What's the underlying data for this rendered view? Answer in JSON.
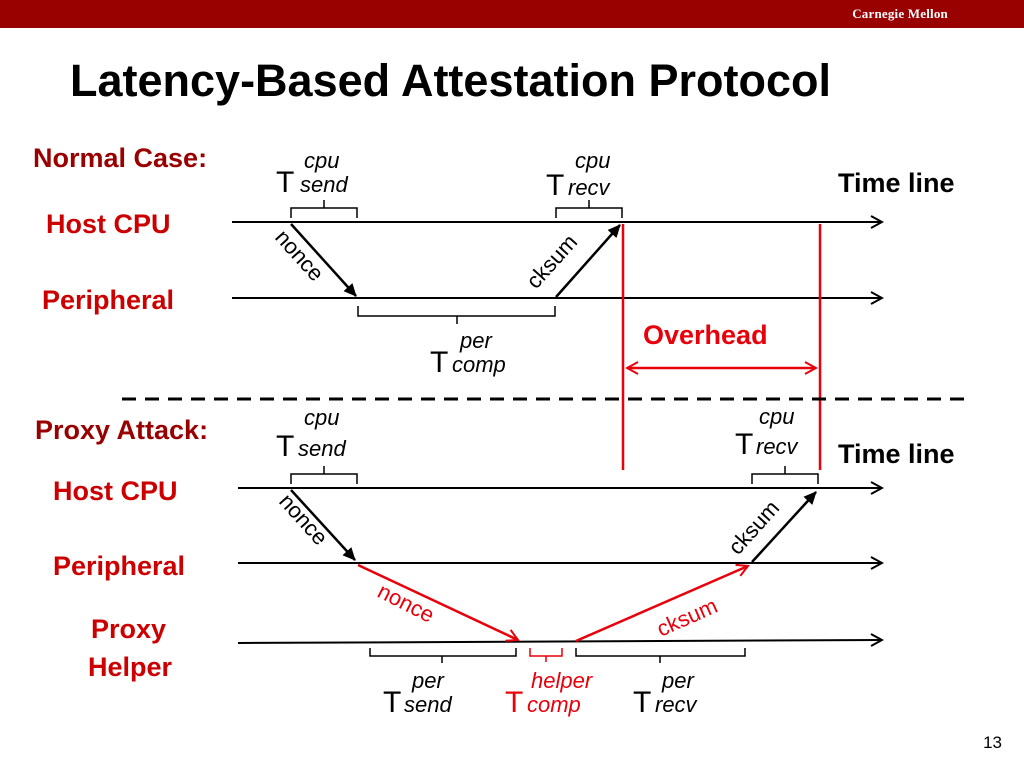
{
  "header": {
    "brand": "Carnegie Mellon"
  },
  "slide": {
    "title": "Latency-Based Attestation Protocol",
    "page_number": "13"
  },
  "normal_case": {
    "heading": "Normal Case:",
    "timeline_label": "Time line",
    "host_label": "Host CPU",
    "peripheral_label": "Peripheral",
    "t_send": {
      "main": "T",
      "sup": "cpu",
      "sub": "send"
    },
    "t_recv": {
      "main": "T",
      "sup": "cpu",
      "sub": "recv"
    },
    "t_comp": {
      "main": "T",
      "sup": "per",
      "sub": "comp"
    },
    "nonce": "nonce",
    "cksum": "cksum",
    "overhead": "Overhead"
  },
  "proxy_attack": {
    "heading": "Proxy Attack:",
    "timeline_label": "Time line",
    "host_label": "Host CPU",
    "peripheral_label": "Peripheral",
    "proxy_label_line1": "Proxy",
    "proxy_label_line2": "Helper",
    "t_send": {
      "main": "T",
      "sup": "cpu",
      "sub": "send"
    },
    "t_recv": {
      "main": "T",
      "sup": "cpu",
      "sub": "recv"
    },
    "t_per_send": {
      "main": "T",
      "sup": "per",
      "sub": "send"
    },
    "t_helper_comp": {
      "main": "T",
      "sup": "helper",
      "sub": "comp"
    },
    "t_per_recv": {
      "main": "T",
      "sup": "per",
      "sub": "recv"
    },
    "nonce": "nonce",
    "cksum": "cksum",
    "nonce_proxy": "nonce",
    "cksum_proxy": "cksum"
  },
  "colors": {
    "accent": "#990000",
    "attack_red": "#e8000b",
    "line": "#000000"
  }
}
